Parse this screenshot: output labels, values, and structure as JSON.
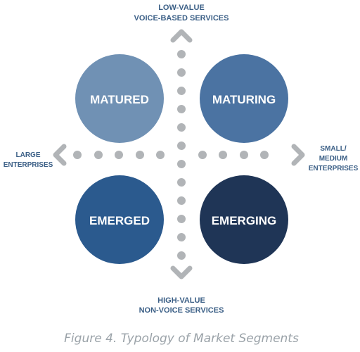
{
  "axis_labels": {
    "top": [
      "LOW-VALUE",
      "VOICE-BASED SERVICES"
    ],
    "bottom": [
      "HIGH-VALUE",
      "NON-VOICE SERVICES"
    ],
    "left": [
      "LARGE",
      "ENTERPRISES"
    ],
    "right": [
      "SMALL/",
      "MEDIUM",
      "ENTERPRISES"
    ]
  },
  "quadrants": {
    "top_left": {
      "label": "MATURED",
      "color": "#7091b4"
    },
    "top_right": {
      "label": "MATURING",
      "color": "#4b73a2"
    },
    "bottom_left": {
      "label": "EMERGED",
      "color": "#2b5a8e"
    },
    "bottom_right": {
      "label": "EMERGING",
      "color": "#1f3556"
    }
  },
  "colors": {
    "axis_dots": "#b1b4b7",
    "axis_label_text": "#3b5f86",
    "caption_text": "#9aa2a8"
  },
  "caption": "Figure 4. Typology of Market Segments"
}
